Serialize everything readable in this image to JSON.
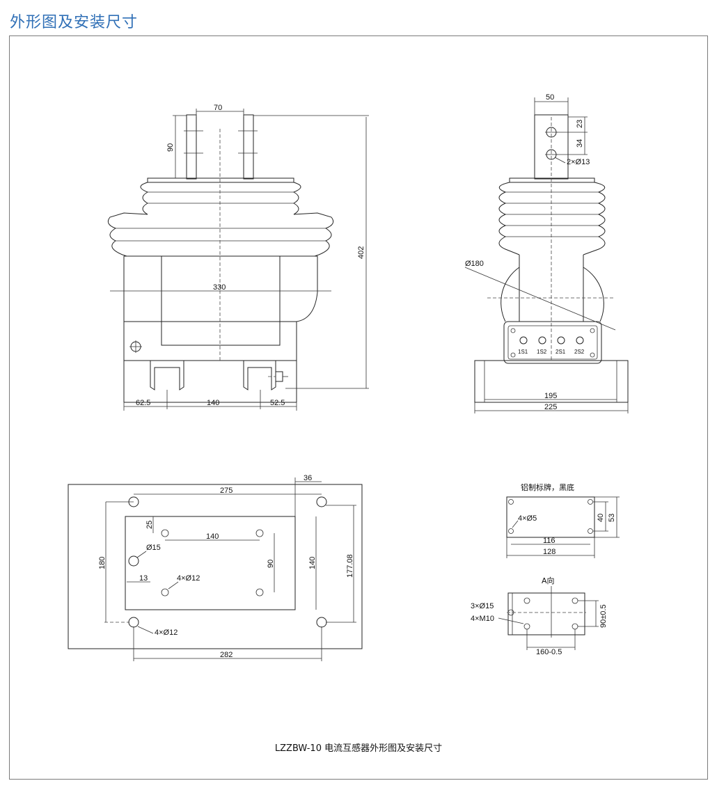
{
  "header": {
    "title": "外形图及安装尺寸"
  },
  "caption": "LZZBW-10 电流互感器外形图及安装尺寸",
  "front_view": {
    "dims": {
      "top_width": "70",
      "top_height": "90",
      "total_height": "402",
      "body_width": "330",
      "left_offset": "62.5",
      "center_span": "140",
      "right_offset": "52.5"
    }
  },
  "side_view": {
    "dims": {
      "top_width": "50",
      "hole_top": "23",
      "hole_spacing": "34",
      "holes": "2×Ø13",
      "diameter": "Ø180",
      "inner_width": "195",
      "base_width": "225"
    },
    "terminals": [
      "1S1",
      "1S2",
      "2S1",
      "2S2"
    ]
  },
  "plan_view": {
    "dims": {
      "top_span": "275",
      "right_offset": "36",
      "bottom_span": "282",
      "left_height": "180",
      "inner_height": "140",
      "right_height": "177.08",
      "hole_offset": "25",
      "inner_span": "140",
      "hole_dia": "Ø15",
      "hole_edge": "13",
      "inner_holes": "4×Ø12",
      "inner_vspan": "90",
      "outer_holes": "4×Ø12"
    }
  },
  "nameplate": {
    "label": "铝制标牌，黑底",
    "dims": {
      "holes": "4×Ø5",
      "inner_width": "116",
      "outer_width": "128",
      "inner_height": "40",
      "outer_height": "53"
    }
  },
  "view_a": {
    "label": "A向",
    "dims": {
      "holes1": "3×Ø15",
      "holes2": "4×M10",
      "width": "160-0.5",
      "height": "90±0.5"
    }
  }
}
